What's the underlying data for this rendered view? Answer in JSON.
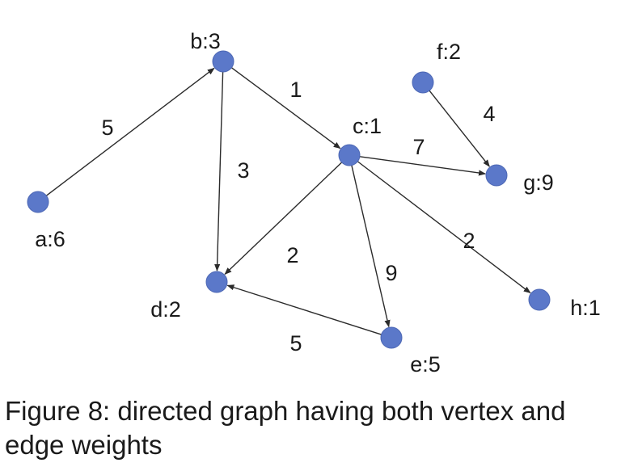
{
  "graph": {
    "vertices": [
      {
        "id": "a",
        "label": "a:6"
      },
      {
        "id": "b",
        "label": "b:3"
      },
      {
        "id": "c",
        "label": "c:1"
      },
      {
        "id": "d",
        "label": "d:2"
      },
      {
        "id": "e",
        "label": "e:5"
      },
      {
        "id": "f",
        "label": "f:2"
      },
      {
        "id": "g",
        "label": "g:9"
      },
      {
        "id": "h",
        "label": "h:1"
      }
    ],
    "edges": [
      {
        "from": "a",
        "to": "b",
        "weight": "5"
      },
      {
        "from": "b",
        "to": "c",
        "weight": "1"
      },
      {
        "from": "b",
        "to": "d",
        "weight": "3"
      },
      {
        "from": "c",
        "to": "g",
        "weight": "7"
      },
      {
        "from": "c",
        "to": "d",
        "weight": "2"
      },
      {
        "from": "c",
        "to": "e",
        "weight": "9"
      },
      {
        "from": "c",
        "to": "h",
        "weight": "2"
      },
      {
        "from": "e",
        "to": "d",
        "weight": "5"
      },
      {
        "from": "f",
        "to": "g",
        "weight": "4"
      }
    ],
    "colors": {
      "node_fill": "#5b78c9",
      "edge": "#2b2b2b",
      "text": "#1a1a1a"
    }
  },
  "caption": "Figure 8: directed graph having both vertex and edge weights"
}
